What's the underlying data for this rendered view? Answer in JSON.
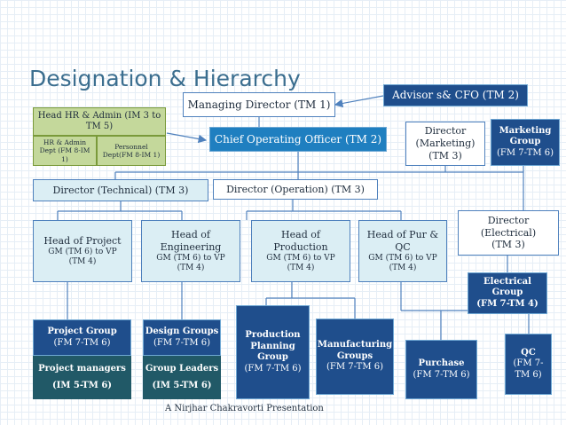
{
  "title": "Designation & Hierarchy",
  "footer": "A Nirjhar Chakravorti Presentation",
  "colors": {
    "accent_blue": "#1f7fc0",
    "navy": "#1f4e8c",
    "dark_teal": "#215967",
    "light_blue": "#dbeef4",
    "green": "#c4d89b",
    "title_color": "#3b6e8f"
  },
  "nodes": {
    "managing_director": "Managing Director (TM 1)",
    "advisor_cfo": "Advisor s& CFO (TM 2)",
    "head_hr_admin": "Head HR & Admin (IM 3 to TM 5)",
    "hr_admin_dept": "HR & Admin Dept (FM 8-IM 1)",
    "personnel_dept": "Personnel Dept(FM 8-IM 1)",
    "coo": "Chief Operating Officer (TM 2)",
    "director_marketing": {
      "line1": "Director",
      "line2": "(Marketing)",
      "line3": "(TM 3)"
    },
    "marketing_group": {
      "head": "Marketing Group",
      "grade": "(FM 7-TM 6)"
    },
    "director_technical": "Director (Technical) (TM 3)",
    "director_operation": "Director (Operation) (TM 3)",
    "head_project": {
      "head": "Head of Project",
      "grade": "GM (TM 6) to VP (TM 4)"
    },
    "head_engineering": {
      "head": "Head of Engineering",
      "grade": "GM (TM 6) to VP (TM 4)"
    },
    "head_production": {
      "head": "Head of Production",
      "grade": "GM (TM 6) to VP (TM 4)"
    },
    "head_pur_qc": {
      "head": "Head of Pur & QC",
      "grade": "GM (TM 6) to VP (TM 4)"
    },
    "director_electrical": {
      "head": "Director (Electrical)",
      "grade": "(TM 3)"
    },
    "electrical_group": {
      "head": "Electrical Group",
      "grade": "(FM 7-TM 4)"
    },
    "project_group": {
      "head": "Project Group",
      "grade": "(FM 7-TM 6)"
    },
    "project_managers": {
      "head": "Project managers",
      "grade": "(IM 5-TM 6)"
    },
    "design_groups": {
      "head": "Design Groups",
      "grade": "(FM 7-TM 6)"
    },
    "group_leaders": {
      "head": "Group Leaders",
      "grade": "(IM 5-TM 6)"
    },
    "production_planning": {
      "head": "Production Planning Group",
      "grade": "(FM 7-TM 6)"
    },
    "manufacturing_groups": {
      "head": "Manufacturing Groups",
      "grade": "(FM 7-TM 6)"
    },
    "purchase": {
      "head": "Purchase",
      "grade": "(FM 7-TM 6)"
    },
    "qc": {
      "head": "QC",
      "grade": "(FM 7-TM 6)"
    }
  }
}
